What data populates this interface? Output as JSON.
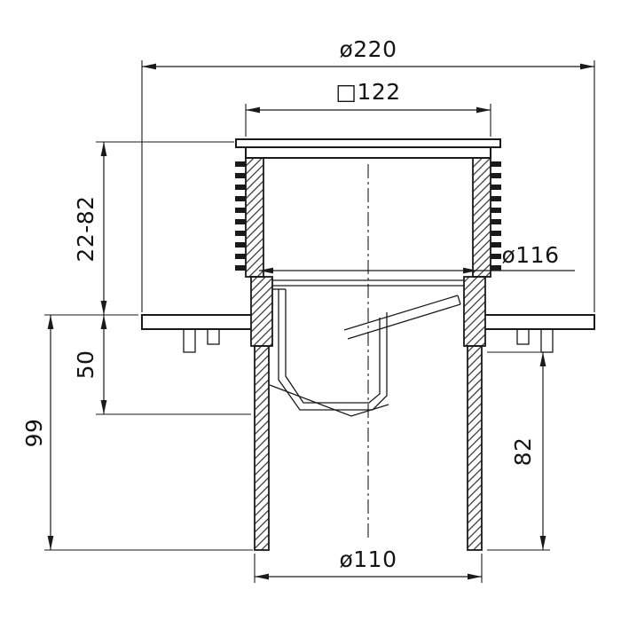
{
  "drawing": {
    "kind": "technical sectional drawing",
    "subject": "floor drain with vertical outlet",
    "background_color": "#ffffff",
    "line_color": "#1a1a1a",
    "symbols": {
      "diameter": "ø",
      "square": "□"
    },
    "dimensions": {
      "overall_diameter": "ø220",
      "top_square": "□122",
      "inner_diameter": "ø116",
      "height_adjustment_range": "22-82",
      "water_seal_depth": "50",
      "installation_depth": "99",
      "outlet_height": "82",
      "outlet_diameter": "ø110"
    }
  }
}
